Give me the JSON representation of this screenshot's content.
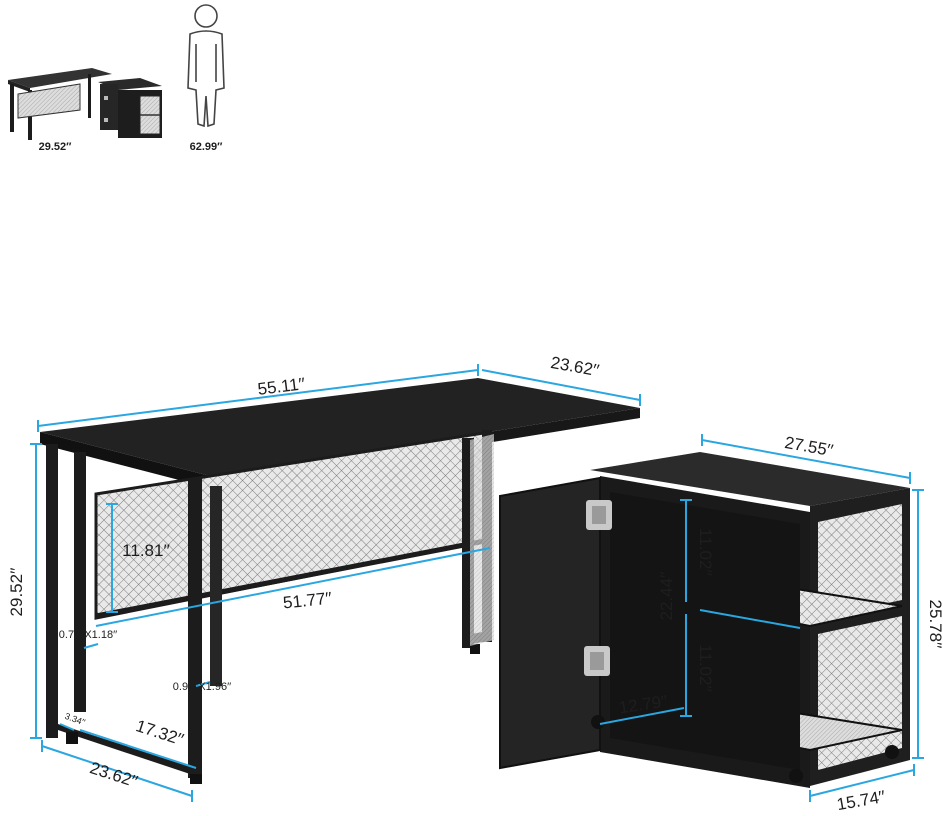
{
  "colors": {
    "accent_line": "#2aa6e0",
    "furniture": "#1c1c1c",
    "mesh": "#8a8a8a",
    "background": "#ffffff"
  },
  "thumbnail": {
    "desk_label": "29.52′′",
    "person_label": "62.99′′",
    "icons": [
      "desk-thumbnail-icon",
      "person-silhouette-icon"
    ]
  },
  "dimensions": {
    "desk_length": "55.11′′",
    "desk_depth_top": "23.62′′",
    "desk_height": "29.52′′",
    "panel_height": "11.81′′",
    "panel_width": "51.77′′",
    "leg_small": "0.78′′X1.18′′",
    "leg_large": "0.98′′X1.96′′",
    "foot_height": "3.34′′",
    "foot_length": "17.32′′",
    "desk_depth_bottom": "23.62′′",
    "cabinet_width": "27.55′′",
    "cabinet_height": "25.78′′",
    "cabinet_depth": "15.74′′",
    "shelf_upper": "11.02′′",
    "shelf_lower": "11.02′′",
    "cabinet_inner": "22.44′′",
    "cabinet_interior_depth": "12.79′′"
  }
}
